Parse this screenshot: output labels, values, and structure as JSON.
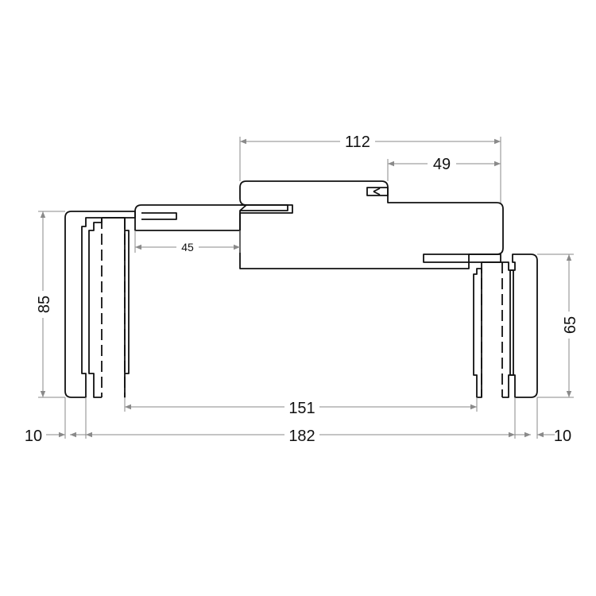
{
  "dimensions": {
    "top_width": "112",
    "top_right_offset": "49",
    "left_inner": "45",
    "left_height": "85",
    "right_height": "65",
    "inner_width": "151",
    "overall_width": "182",
    "left_edge": "10",
    "right_edge": "10"
  },
  "colors": {
    "outline": "#111111",
    "dimension_line": "#8a8a8a",
    "background": "#ffffff"
  }
}
